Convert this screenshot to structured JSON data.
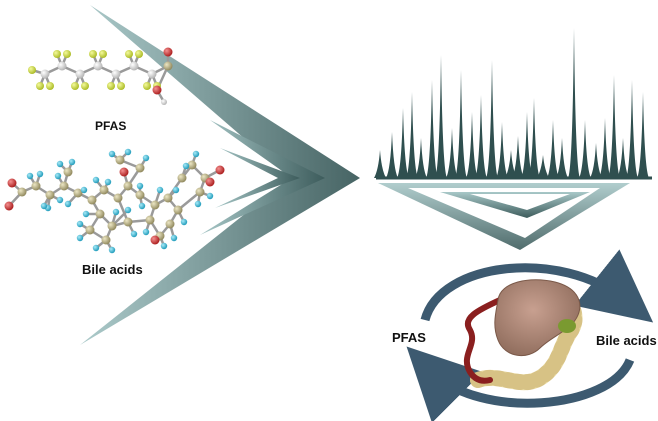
{
  "labels": {
    "pfas_molecule": "PFAS",
    "bile_molecule": "Bile acids",
    "cycle_pfas": "PFAS",
    "cycle_bile": "Bile acids"
  },
  "colors": {
    "chevron_dark": "#3d5c5c",
    "chevron_light": "#a8c8c8",
    "spectrum_peak": "#2f4f4f",
    "carbon_atom": "#b5ad82",
    "fluorine_atom": "#d8e83a",
    "hydrogen_atom": "#2ec4e0",
    "oxygen_atom": "#d83030",
    "cycle_arrow": "#3d5a70",
    "liver": "#b08878",
    "gallbladder": "#7a9a30",
    "intestine": "#e8d8a0",
    "vessel": "#8a1f1f"
  },
  "icons": [
    "pfas-molecule-icon",
    "bile-acid-molecule-icon",
    "mass-spectrum-icon",
    "liver-icon",
    "gallbladder-icon",
    "intestine-icon",
    "cycle-arrows-icon"
  ]
}
